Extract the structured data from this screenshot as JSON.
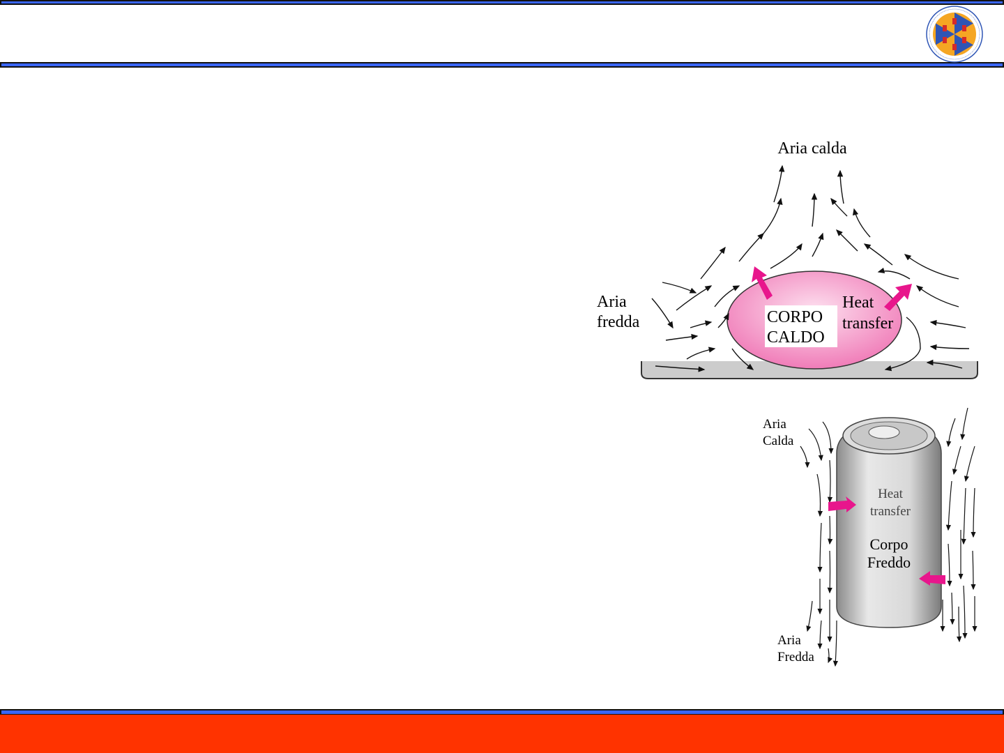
{
  "logo": {
    "text": "Università degli Studi di Cagliari",
    "colors": {
      "blue": "#2e55b5",
      "orange": "#f5a623",
      "red": "#d42a2a"
    }
  },
  "figure_top": {
    "hot_air": "Aria calda",
    "cold_air_line1": "Aria",
    "cold_air_line2": "fredda",
    "body_line1": "CORPO",
    "body_line2": "CALDO",
    "heat_line1": "Heat",
    "heat_line2": "transfer"
  },
  "figure_bottom": {
    "hot_air_line1": "Aria",
    "hot_air_line2": "Calda",
    "heat_line1": "Heat",
    "heat_line2": "transfer",
    "body_line1": "Corpo",
    "body_line2": "Freddo",
    "cold_air_line1": "Aria",
    "cold_air_line2": "Fredda"
  },
  "colors": {
    "bar": "#3a66f5",
    "footer": "#ff3300",
    "arrow": "#e8168c"
  }
}
